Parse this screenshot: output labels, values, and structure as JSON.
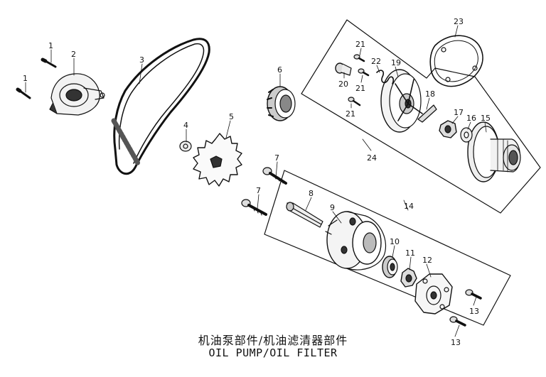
{
  "diagram": {
    "title_zh": "机油泵部件/机油滤清器部件",
    "title_en": "OIL PUMP/OIL FILTER",
    "callouts": {
      "c1a": "1",
      "c1b": "1",
      "c2": "2",
      "c3": "3",
      "c4": "4",
      "c5": "5",
      "c6": "6",
      "c7a": "7",
      "c7b": "7",
      "c8": "8",
      "c9": "9",
      "c10": "10",
      "c11": "11",
      "c12": "12",
      "c13a": "13",
      "c13b": "13",
      "c14": "14",
      "c15": "15",
      "c16": "16",
      "c17": "17",
      "c18": "18",
      "c19": "19",
      "c20": "20",
      "c21a": "21",
      "c21b": "21",
      "c21c": "21",
      "c22": "22",
      "c23": "23",
      "c24": "24"
    }
  }
}
